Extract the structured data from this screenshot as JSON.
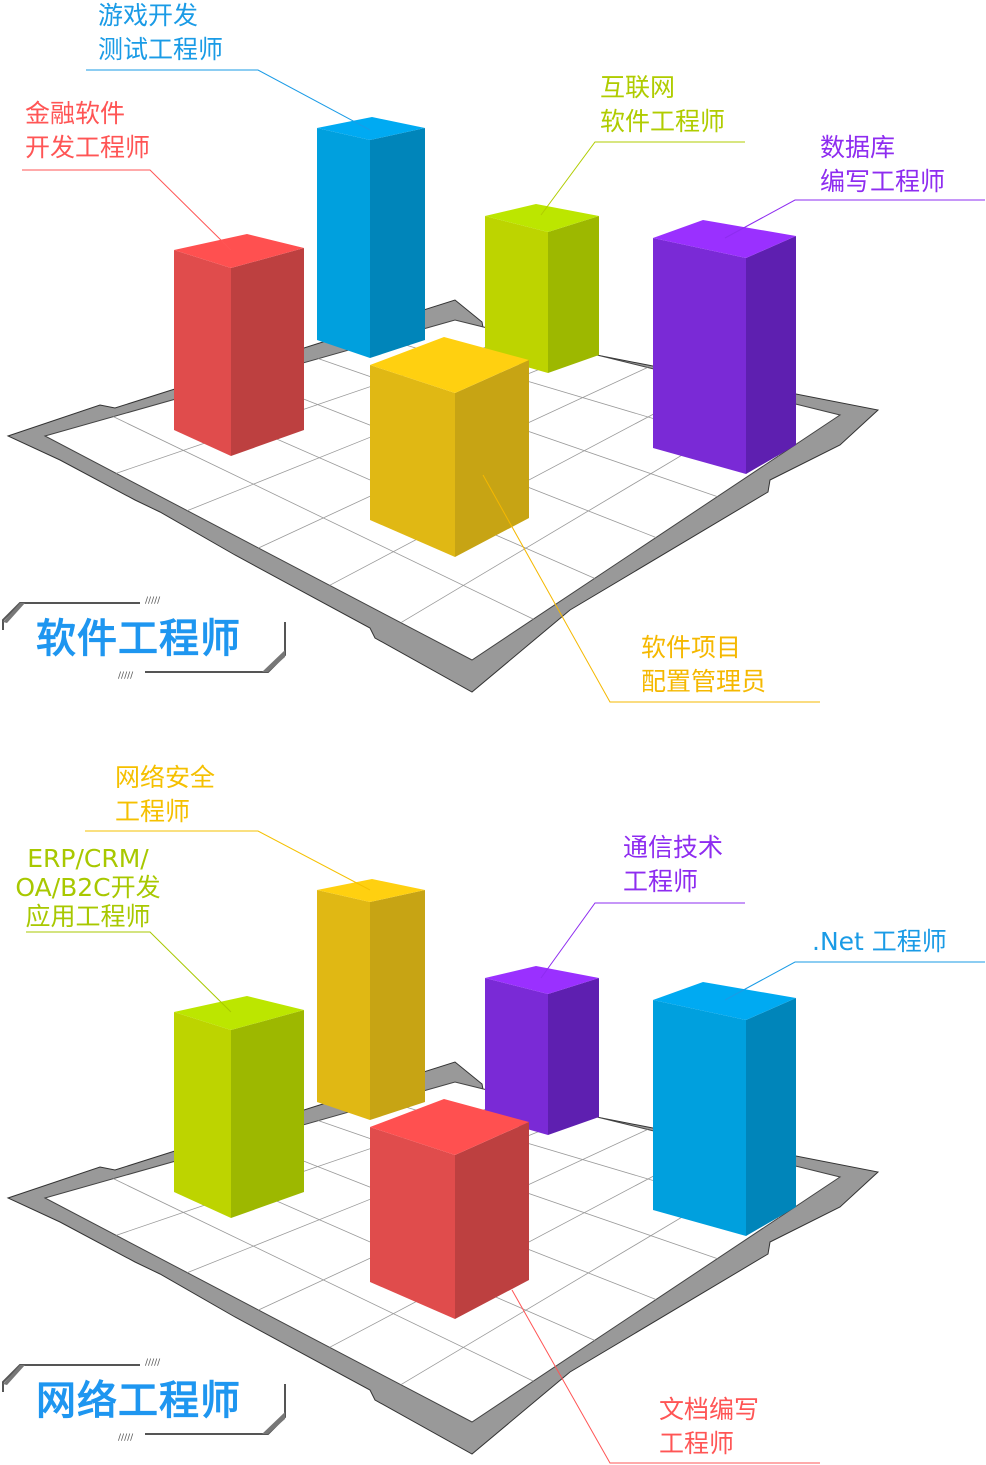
{
  "panels": [
    {
      "title": "软件工程师",
      "bars": [
        {
          "slot": "back-left",
          "color": "blue"
        },
        {
          "slot": "left",
          "color": "red"
        },
        {
          "slot": "back-right",
          "color": "green"
        },
        {
          "slot": "right",
          "color": "purple"
        },
        {
          "slot": "front",
          "color": "yellow"
        }
      ],
      "labels": [
        {
          "lines": [
            "游戏开发",
            "测试工程师"
          ],
          "color": "#1a9be6",
          "target": "back-left"
        },
        {
          "lines": [
            "金融软件",
            "开发工程师"
          ],
          "color": "#ff5555",
          "target": "left"
        },
        {
          "lines": [
            "互联网",
            "软件工程师"
          ],
          "color": "#b0cc00",
          "target": "back-right"
        },
        {
          "lines": [
            "数据库",
            "编写工程师"
          ],
          "color": "#8e2cf0",
          "target": "right"
        },
        {
          "lines": [
            "软件项目",
            "配置管理员"
          ],
          "color": "#f5b800",
          "target": "front"
        }
      ]
    },
    {
      "title": "网络工程师",
      "bars": [
        {
          "slot": "back-left",
          "color": "yellow"
        },
        {
          "slot": "left",
          "color": "green"
        },
        {
          "slot": "back-right",
          "color": "purple"
        },
        {
          "slot": "right",
          "color": "blue"
        },
        {
          "slot": "front",
          "color": "red"
        }
      ],
      "labels": [
        {
          "lines": [
            "网络安全",
            "工程师"
          ],
          "color": "#f5c000",
          "target": "back-left"
        },
        {
          "lines": [
            "ERP/CRM/",
            "OA/B2C开发",
            "应用工程师"
          ],
          "color": "#a8c800",
          "target": "left"
        },
        {
          "lines": [
            "通信技术",
            "工程师"
          ],
          "color": "#8e2cf0",
          "target": "back-right"
        },
        {
          "lines": [
            ".Net 工程师"
          ],
          "color": "#1a9be6",
          "target": "right"
        },
        {
          "lines": [
            "文档编写",
            "工程师"
          ],
          "color": "#ff5555",
          "target": "front"
        }
      ]
    }
  ],
  "palette": {
    "red": {
      "top": "#ff5050",
      "left": "#e04c4c",
      "right": "#bd4040"
    },
    "blue": {
      "top": "#00aaf2",
      "left": "#00a0de",
      "right": "#0085ba"
    },
    "green": {
      "top": "#bce600",
      "left": "#bdd400",
      "right": "#9db800"
    },
    "purple": {
      "top": "#9a30ff",
      "left": "#7a2ad6",
      "right": "#5e1fb0"
    },
    "yellow": {
      "top": "#ffd010",
      "left": "#e0b814",
      "right": "#c7a414"
    }
  },
  "title_color": "#1e96f0",
  "platform_color": "#999999"
}
